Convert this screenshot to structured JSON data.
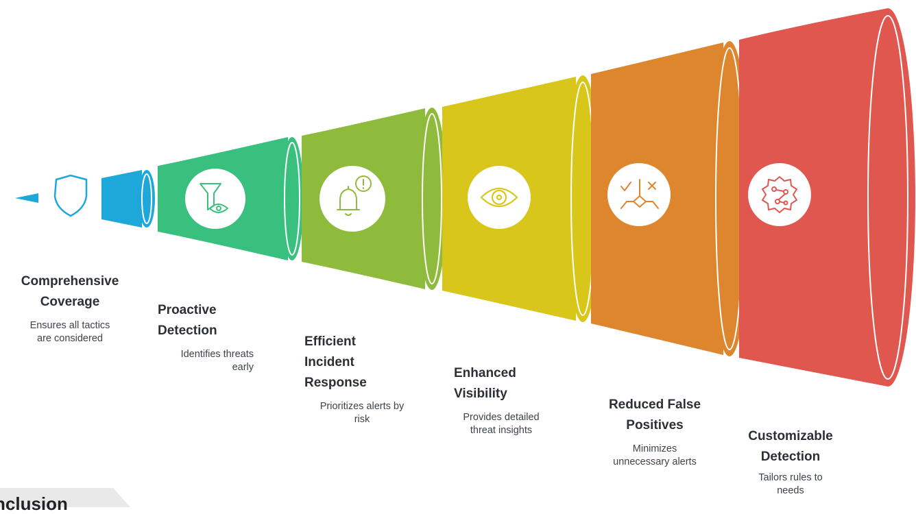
{
  "stages": [
    {
      "title_1": "Comprehensive",
      "title_2": "Coverage",
      "desc_1": "Ensures all tactics",
      "desc_2": "are considered",
      "icon": "shield-icon",
      "color": "#1ea8d9",
      "color_dark": "#168fba"
    },
    {
      "title_1": "Proactive",
      "title_2": "Detection",
      "desc_1": "Identifies threats",
      "desc_2": "early",
      "icon": "filter-eye-icon",
      "color": "#3ac07e",
      "color_dark": "#2ea56b"
    },
    {
      "title_1": "Efficient",
      "title_2": "Incident",
      "title_3": "Response",
      "desc_1": "Prioritizes alerts by",
      "desc_2": "risk",
      "icon": "bell-alert-icon",
      "color": "#8fbb3c",
      "color_dark": "#7aa231"
    },
    {
      "title_1": "Enhanced",
      "title_2": "Visibility",
      "desc_1": "Provides detailed",
      "desc_2": "threat insights",
      "icon": "eye-icon",
      "color": "#d9c61a",
      "color_dark": "#bfae12"
    },
    {
      "title_1": "Reduced False",
      "title_2": "Positives",
      "desc_1": "Minimizes",
      "desc_2": "unnecessary alerts",
      "icon": "decision-check-icon",
      "color": "#dd862e",
      "color_dark": "#c67326"
    },
    {
      "title_1": "Customizable",
      "title_2": "Detection",
      "desc_1": "Tailors rules to",
      "desc_2": "needs",
      "icon": "settings-network-icon",
      "color": "#e0574f",
      "color_dark": "#c94a43"
    }
  ],
  "footer_tag": "nclusion"
}
